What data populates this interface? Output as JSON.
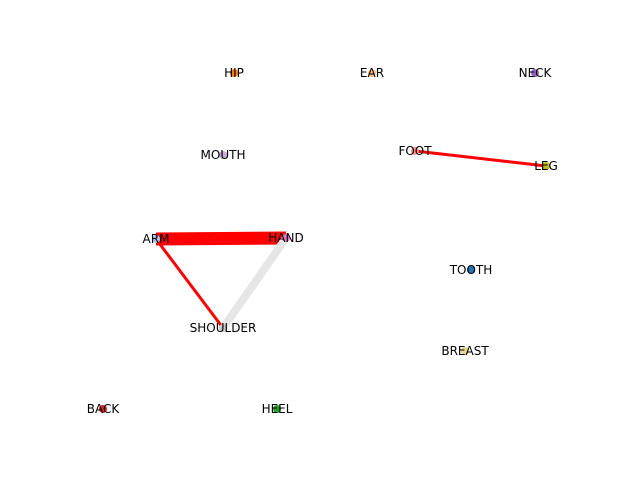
{
  "diagram": {
    "type": "network-graph",
    "nodes": [
      {
        "id": "HIP",
        "label": "HIP",
        "color": "#ff7f0e"
      },
      {
        "id": "EAR",
        "label": "EAR",
        "color": "#ffbb78"
      },
      {
        "id": "NECK",
        "label": "NECK",
        "color": "#9467bd"
      },
      {
        "id": "MOUTH",
        "label": "MOUTH",
        "color": "#c5b0d5"
      },
      {
        "id": "FOOT",
        "label": "FOOT",
        "color": "#ff9896"
      },
      {
        "id": "LEG",
        "label": "LEG",
        "color": "#bcbd22"
      },
      {
        "id": "ARM",
        "label": "ARM",
        "color": "#aec7e8"
      },
      {
        "id": "HAND",
        "label": "HAND",
        "color": "#e377c2"
      },
      {
        "id": "TOOTH",
        "label": "TOOTH",
        "color": "#1f77b4"
      },
      {
        "id": "SHOULDER",
        "label": "SHOULDER",
        "color": "#c7c7c7"
      },
      {
        "id": "BREAST",
        "label": "BREAST",
        "color": "#dbdb8d"
      },
      {
        "id": "BACK",
        "label": "BACK",
        "color": "#d62728"
      },
      {
        "id": "HEEL",
        "label": "HEEL",
        "color": "#2ca02c"
      }
    ],
    "edges": [
      {
        "source": "ARM",
        "target": "HAND",
        "weight": 5,
        "color": "#ff0000"
      },
      {
        "source": "HAND",
        "target": "SHOULDER",
        "weight": 3,
        "color": "#e6e6e6"
      },
      {
        "source": "ARM",
        "target": "SHOULDER",
        "weight": 1,
        "color": "#ff0000"
      },
      {
        "source": "FOOT",
        "target": "LEG",
        "weight": 1,
        "color": "#ff0000"
      }
    ]
  }
}
